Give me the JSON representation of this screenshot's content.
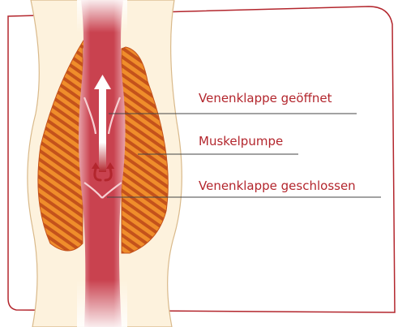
{
  "labels": {
    "valve_open": "Venenklappe geöffnet",
    "muscle_pump": "Muskelpumpe",
    "valve_closed": "Venenklappe geschlossen"
  },
  "colors": {
    "frame": "#b3262d",
    "skin": "#fdf2dd",
    "skin_outline": "#d9b98a",
    "muscle": "#e8841f",
    "muscle_stripe": "#c0501a",
    "vein": "#c8434f",
    "vein_edge": "#e9a8ae",
    "label": "#b3262d",
    "pointer": "#444444"
  },
  "icons": {
    "flow_arrow": "up-arrow-icon",
    "backflow_arrow": "curved-arrow-icon"
  }
}
